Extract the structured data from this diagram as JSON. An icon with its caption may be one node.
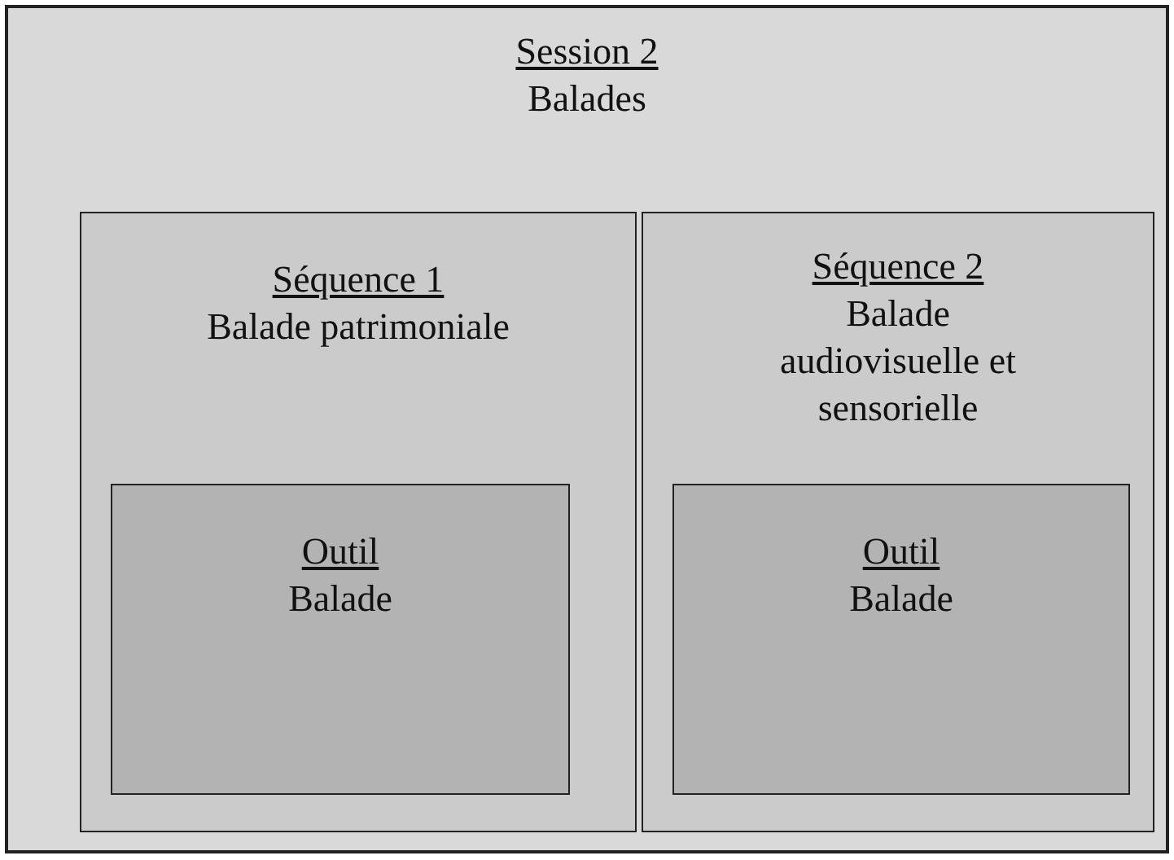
{
  "diagram": {
    "nodes": [
      {
        "text": [
          "Session 2",
          "Balades"
        ]
      },
      {
        "text": [
          "Séquence 1",
          "Balade patrimoniale"
        ],
        "in": 0
      },
      {
        "text": [
          "Outil",
          "Balade"
        ],
        "in": 1
      },
      {
        "text": [
          "Séquence 2",
          "Balade audiovisuelle et sensorielle"
        ],
        "in": 0
      },
      {
        "text": [
          "Outil",
          "Balade"
        ],
        "in": 3
      }
    ]
  }
}
